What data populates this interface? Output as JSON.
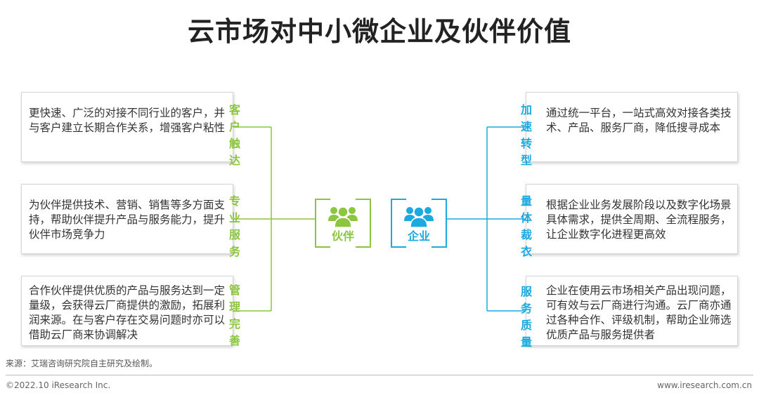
{
  "title": "云市场对中小微企业及伙伴价值",
  "left_items": [
    {
      "label": "客户触达",
      "text": "更快速、广泛的对接不同行业的客户，并与客户建立长期合作关系，增强客户粘性"
    },
    {
      "label": "专业服务",
      "text": "为伙伴提供技术、营销、销售等多方面支持，帮助伙伴提升产品与服务能力，提升伙伴市场竞争力"
    },
    {
      "label": "管理完善",
      "text": "合作伙伴提供优质的产品与服务达到一定量级，会获得云厂商提供的激励，拓展利润来源。在与客户存在交易问题时亦可以借助云厂商来协调解决"
    }
  ],
  "right_items": [
    {
      "label": "加速转型",
      "text": "通过统一平台，一站式高效对接各类技术、产品、服务厂商，降低搜寻成本"
    },
    {
      "label": "量体裁衣",
      "text": "根据企业业务发展阶段以及数字化场景具体需求，提供全周期、全流程服务，让企业数字化进程更高效"
    },
    {
      "label": "服务质量",
      "text": "企业在使用云市场相关产品出现问题，可有效与云厂商进行沟通。云厂商亦通过各种合作、评级机制，帮助企业筛选优质产品与服务提供者"
    }
  ],
  "hubs": {
    "partner": {
      "label": "伙伴",
      "icon": "people-group-icon",
      "color": "#8cc63f"
    },
    "enterprise": {
      "label": "企业",
      "icon": "people-group-icon",
      "color": "#1ba9df"
    }
  },
  "source": "来源：艾瑞咨询研究院自主研究及绘制。",
  "footer": {
    "copyright": "©2022.10 iResearch Inc.",
    "website": "www.iresearch.com.cn"
  },
  "colors": {
    "green": "#8cc63f",
    "blue": "#1ba9df"
  }
}
